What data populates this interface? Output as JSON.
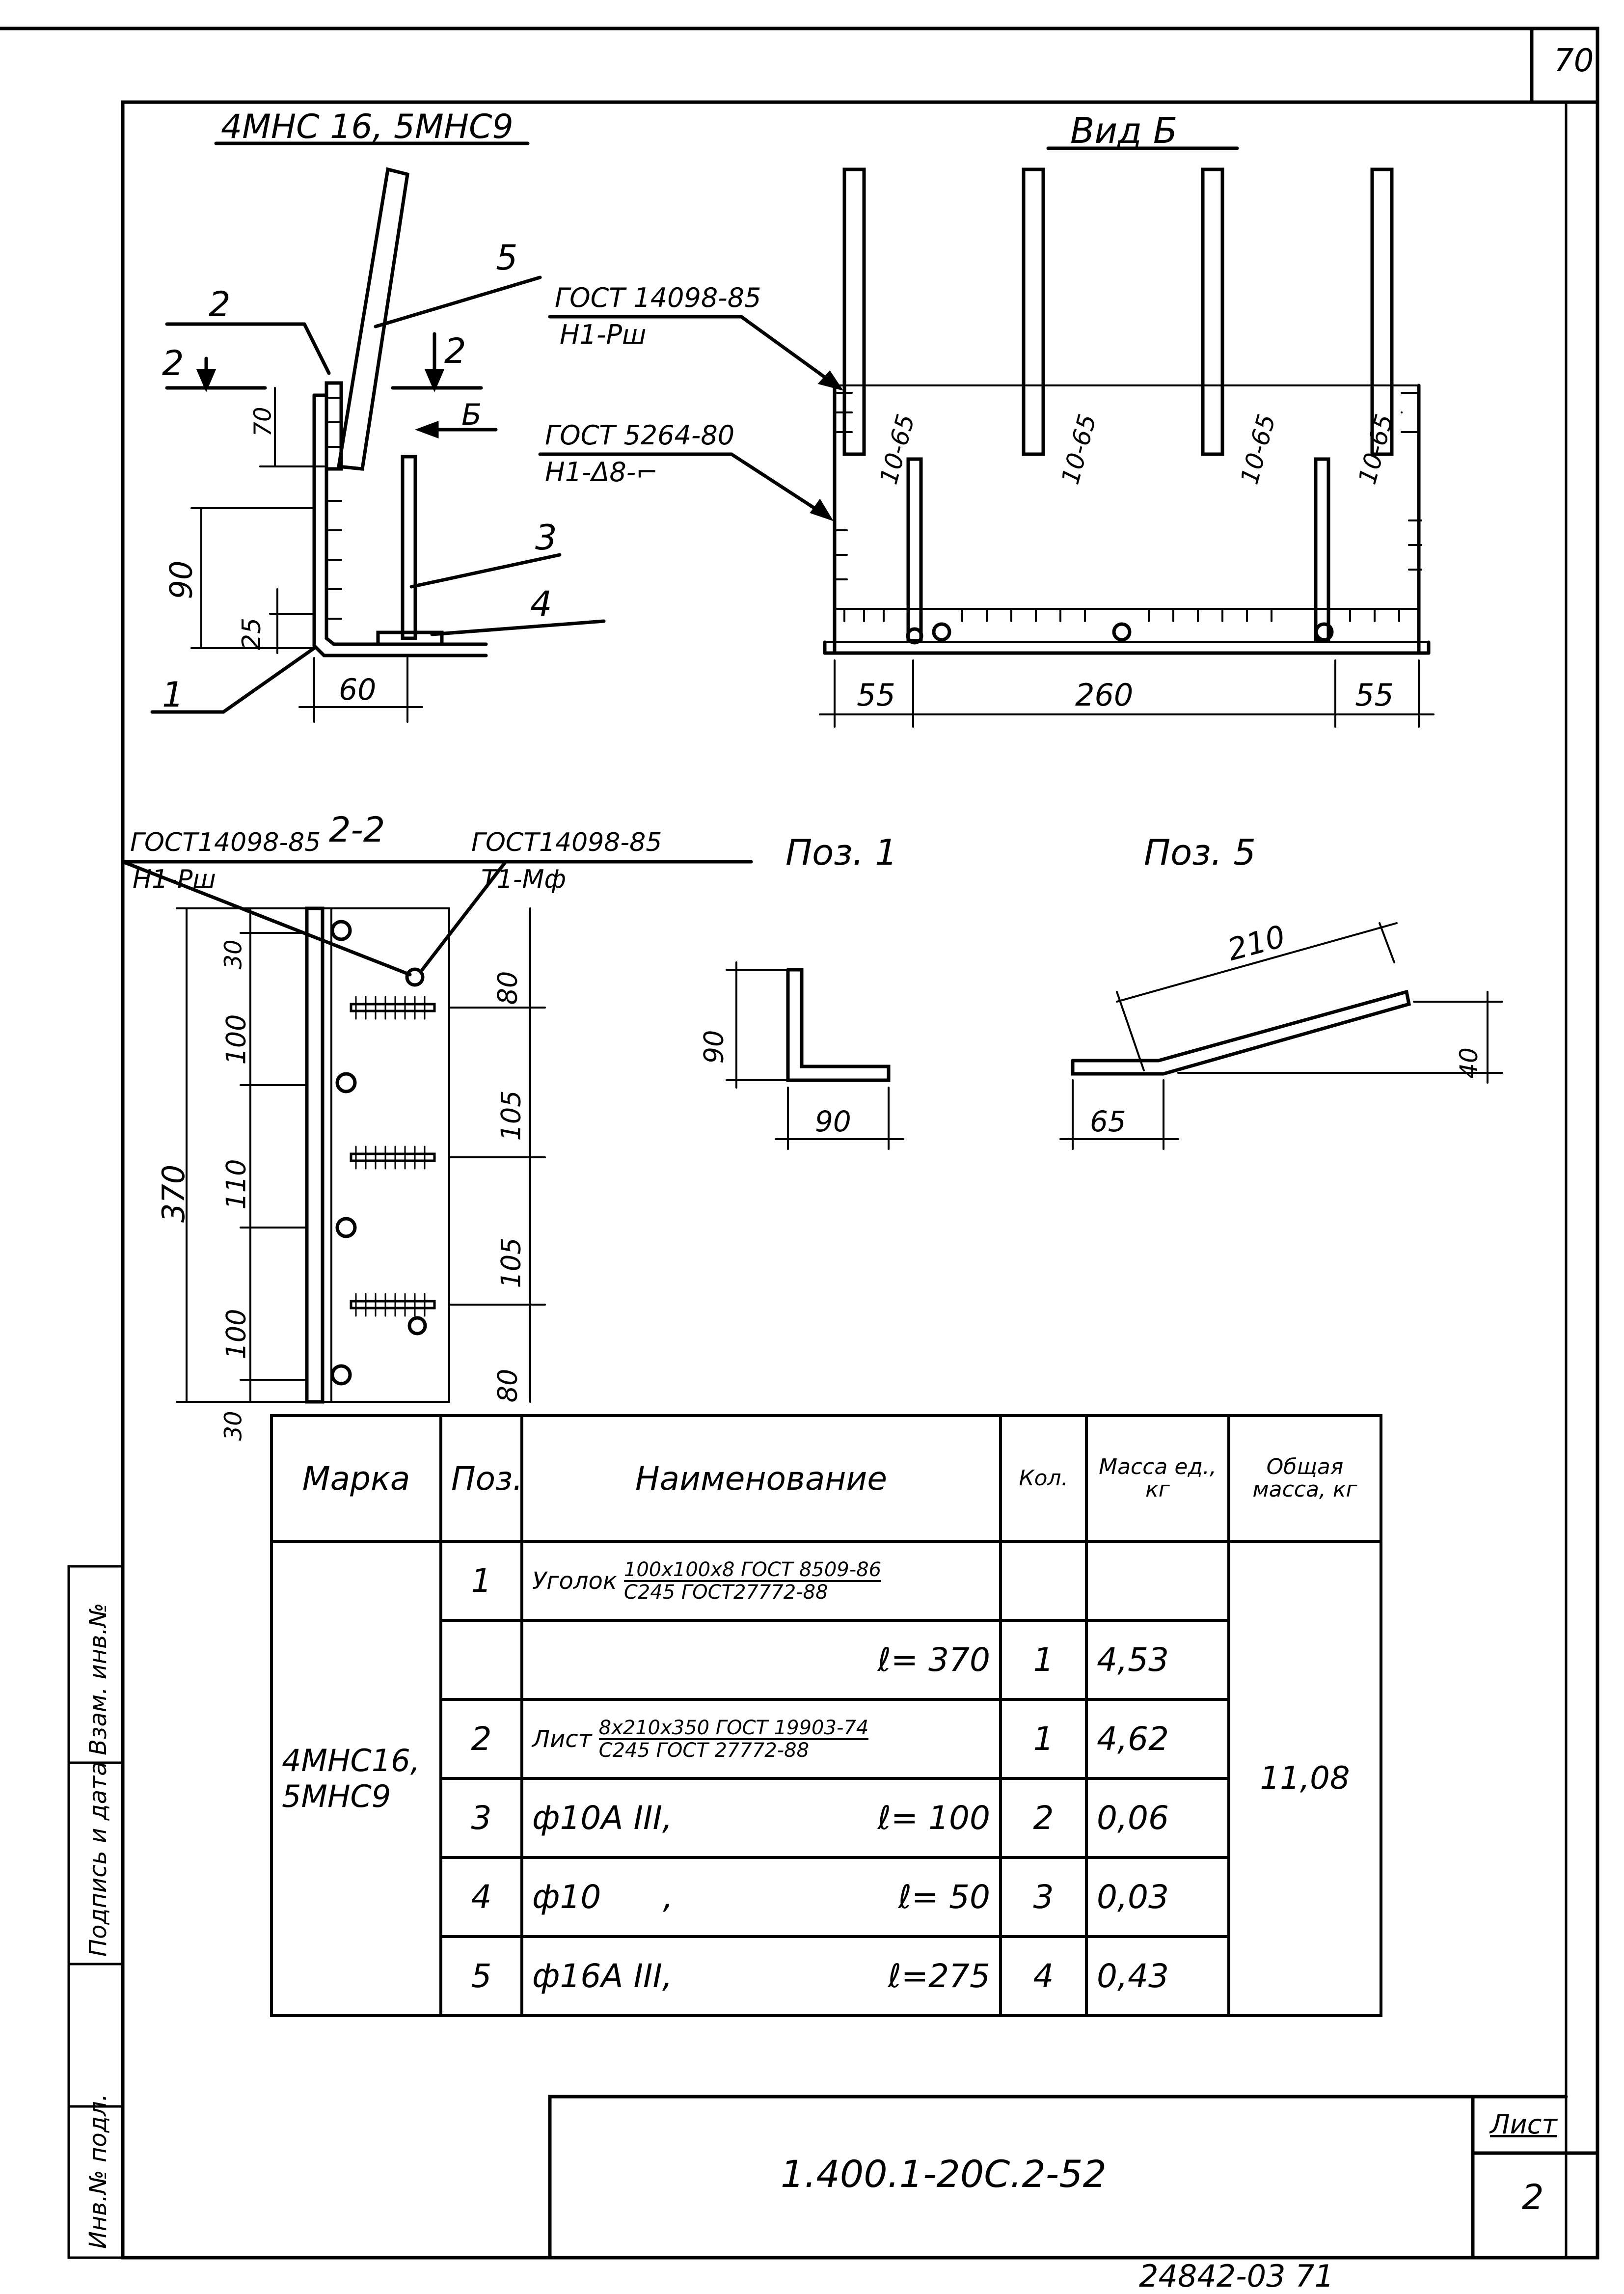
{
  "sheet": {
    "page_corner_number": "70",
    "document_code": "1.400.1-20C.2-52",
    "sheet_label": "Лист",
    "sheet_number": "2",
    "bottom_code": "24842-03 71"
  },
  "side_stamp": {
    "inv_podl": "Инв.№ подл.",
    "podpis_data": "Подпись и дата",
    "vzam_inv": "Взам. инв.№"
  },
  "views": {
    "main_title": "4МНС 16, 5МНС9",
    "view_b_title": "Вид Б",
    "section_title": "2-2",
    "poz1_title": "Поз. 1",
    "poz5_title": "Поз. 5"
  },
  "weld_notes": {
    "gost14098_a": "ГОСТ 14098-85",
    "gost14098_a_sub": "Н1-Рш",
    "gost5264": "ГОСТ 5264-80",
    "gost5264_sub": "Н1-Δ8-⌐",
    "sec_left": "ГОСТ14098-85",
    "sec_left_sub": "Н1-Рш",
    "sec_right": "ГОСТ14098-85",
    "sec_right_sub": "Т1-Мф"
  },
  "leaders": {
    "p1": "1",
    "p2": "2",
    "p3": "3",
    "p4": "4",
    "p5": "5",
    "cut_left": "2",
    "cut_right": "2",
    "view_arrow": "Б"
  },
  "dims": {
    "d70": "70",
    "d90": "90",
    "d25": "25",
    "d60": "60",
    "d55a": "55",
    "d260": "260",
    "d55b": "55",
    "w1": "10-65",
    "w2": "10-65",
    "w3": "10-65",
    "w4": "10-65",
    "s30a": "30",
    "s100a": "100",
    "s110": "110",
    "s100b": "100",
    "s30b": "30",
    "s370": "370",
    "r80a": "80",
    "r105a": "105",
    "r105b": "105",
    "r80b": "80",
    "p1_90v": "90",
    "p1_90h": "90",
    "p5_210": "210",
    "p5_40": "40",
    "p5_65": "65"
  },
  "table": {
    "headers": {
      "marka": "Марка",
      "poz": "Поз.",
      "name": "Наименование",
      "kol": "Кол.",
      "mass_ed": "Масса ед., кг",
      "mass_total": "Общая масса, кг"
    },
    "marka": "4МНС16,\n5МНС9",
    "total_mass": "11,08",
    "rows": [
      {
        "poz": "1",
        "name": "Уголок",
        "name_top": "100х100х8 ГОСТ 8509-86",
        "name_bot": "С245 ГОСТ27772-88",
        "kol": "",
        "mass": ""
      },
      {
        "poz": "",
        "name": "",
        "len": "ℓ= 370",
        "kol": "1",
        "mass": "4,53"
      },
      {
        "poz": "2",
        "name": "Лист",
        "name_top": "8х210х350 ГОСТ 19903-74",
        "name_bot": "С245 ГОСТ 27772-88",
        "kol": "1",
        "mass": "4,62"
      },
      {
        "poz": "3",
        "name": "ф10А III,",
        "len": "ℓ= 100",
        "kol": "2",
        "mass": "0,06"
      },
      {
        "poz": "4",
        "name": "ф10      ,",
        "len": "ℓ= 50",
        "kol": "3",
        "mass": "0,03"
      },
      {
        "poz": "5",
        "name": "ф16А III,",
        "len": "ℓ=275",
        "kol": "4",
        "mass": "0,43"
      }
    ]
  }
}
